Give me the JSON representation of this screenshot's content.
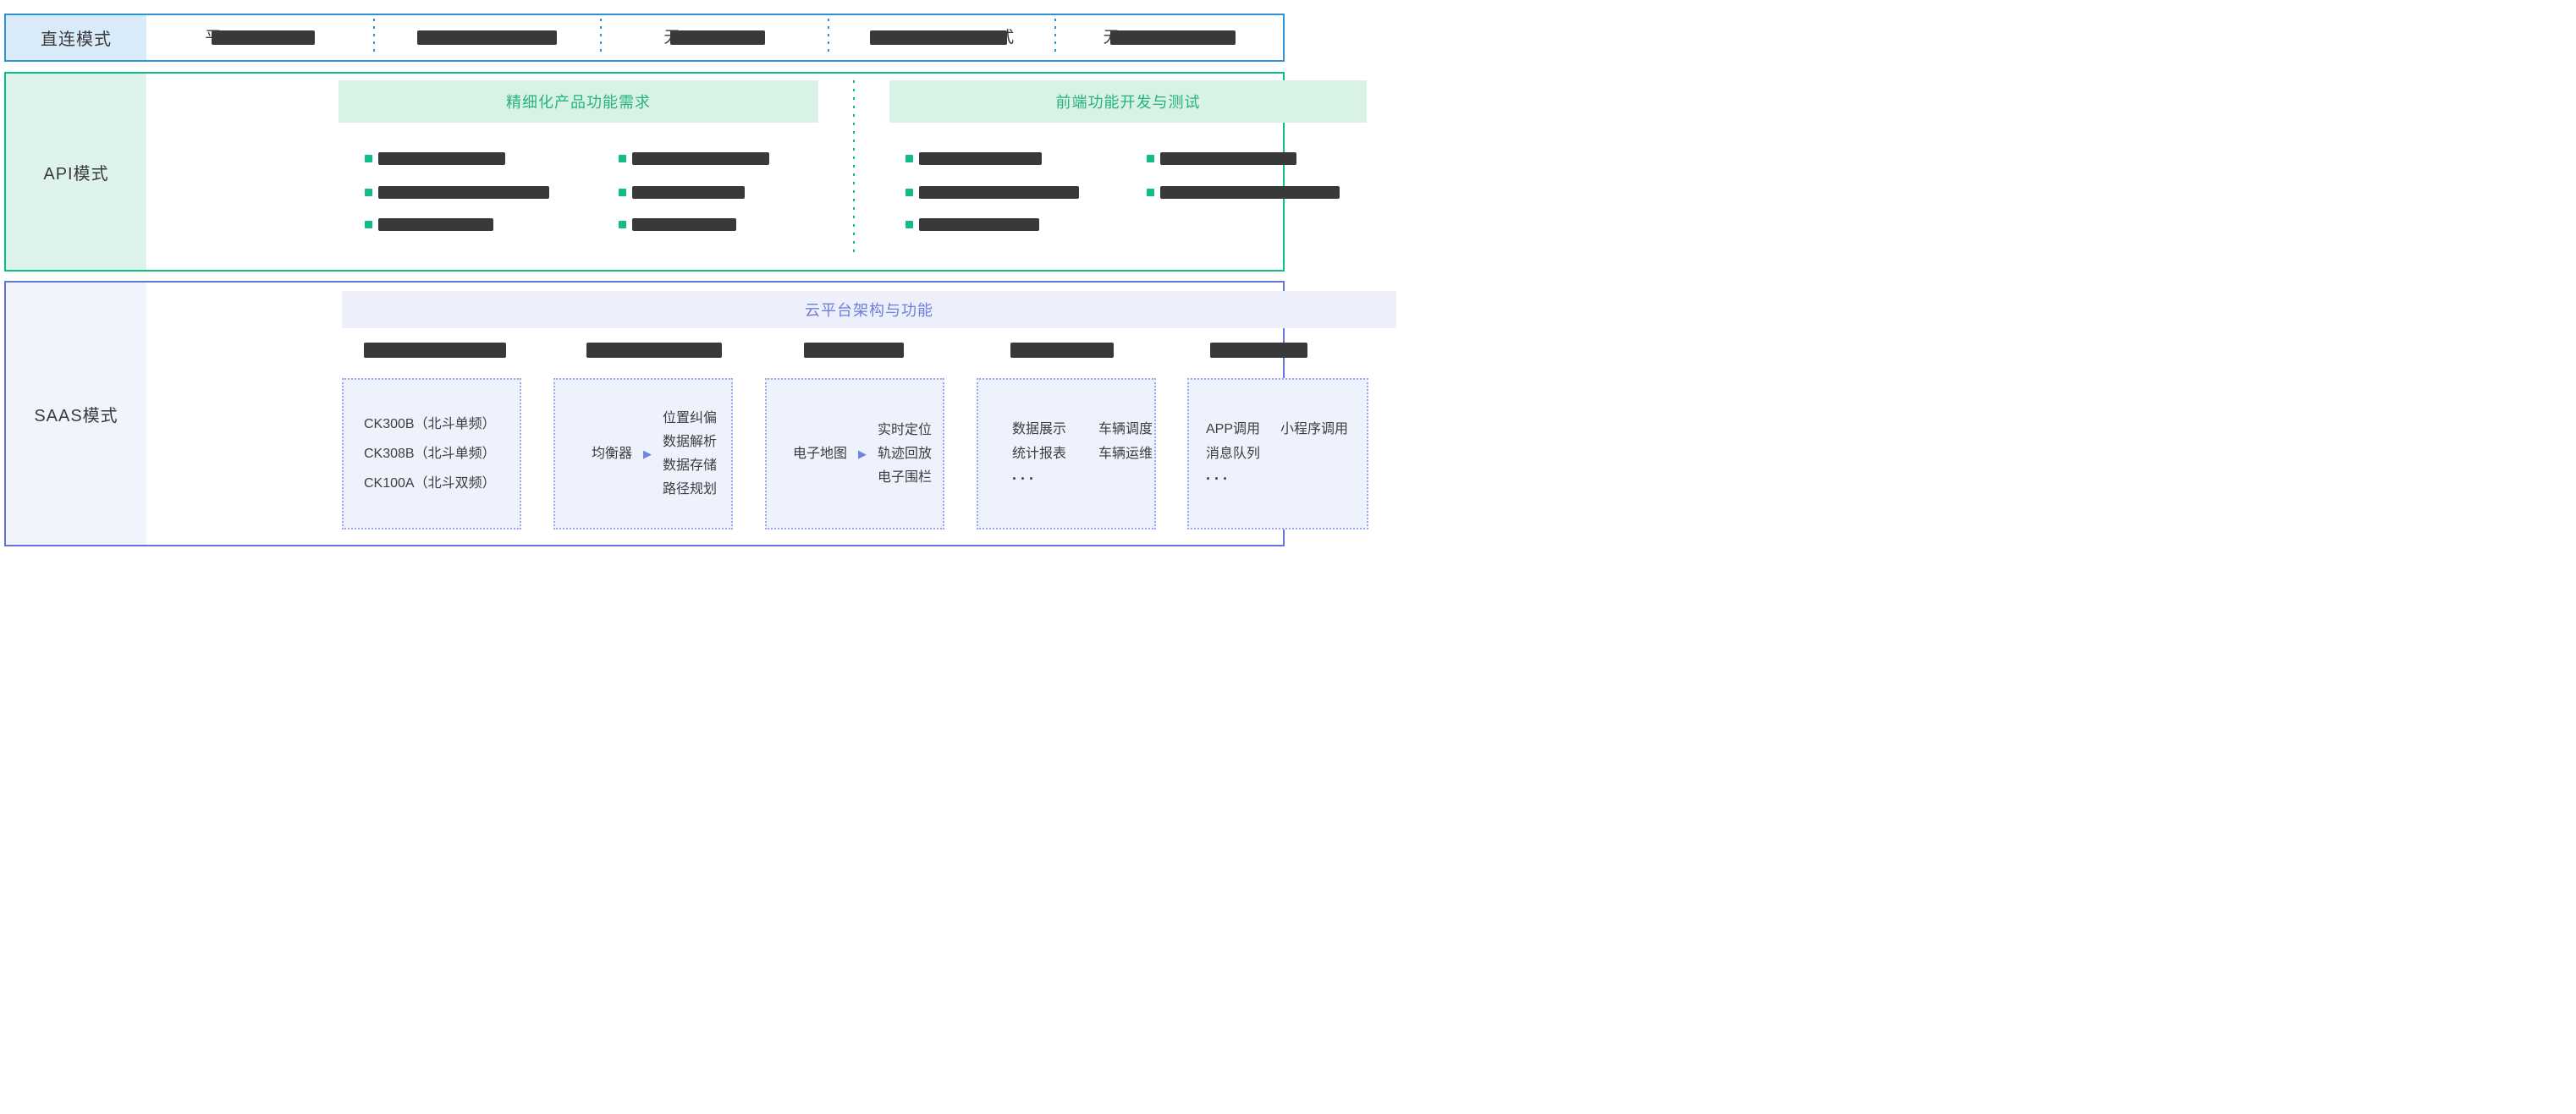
{
  "colors": {
    "direct_border": "#2e93d4",
    "direct_label_bg": "#d9eaf8",
    "api_border": "#0dbd88",
    "api_band_bg": "#d9f2e6",
    "api_accent_text": "#27b183",
    "bullet_green": "#13bb8b",
    "saas_border": "#6474d9",
    "saas_band_bg": "#edf0fb",
    "saas_accent_text": "#6b7ed9",
    "saas_box_bg": "#eef2fd",
    "saas_box_border": "#9ba8ec",
    "redaction_bar": "#39393b",
    "arrow": "#7283e2"
  },
  "icons": {
    "arrow": "▶"
  },
  "direct": {
    "label": "直连模式",
    "items": [
      {
        "peek_left": "平"
      },
      {},
      {
        "peek_left": "无"
      },
      {
        "peek_right": "式"
      },
      {
        "peek_left": "无"
      }
    ]
  },
  "api": {
    "label": "API模式",
    "groups": [
      {
        "title": "精细化产品功能需求"
      },
      {
        "title": "前端功能开发与测试"
      }
    ]
  },
  "saas": {
    "label": "SAAS模式",
    "band_title": "云平台架构与功能",
    "box1": {
      "lines": [
        "CK300B（北斗单频）",
        "CK308B（北斗单频）",
        "CK100A（北斗双频）"
      ]
    },
    "box2": {
      "lead": "均衡器",
      "items": [
        "位置纠偏",
        "数据解析",
        "数据存储",
        "路径规划"
      ]
    },
    "box3": {
      "lead": "电子地图",
      "items": [
        "实时定位",
        "轨迹回放",
        "电子围栏"
      ]
    },
    "box4": {
      "col_a": [
        "数据展示",
        "统计报表",
        "···"
      ],
      "col_b": [
        "车辆调度",
        "车辆运维"
      ]
    },
    "box5": {
      "row1": [
        "APP调用",
        "小程序调用"
      ],
      "row2": "消息队列",
      "row3": "···"
    }
  }
}
